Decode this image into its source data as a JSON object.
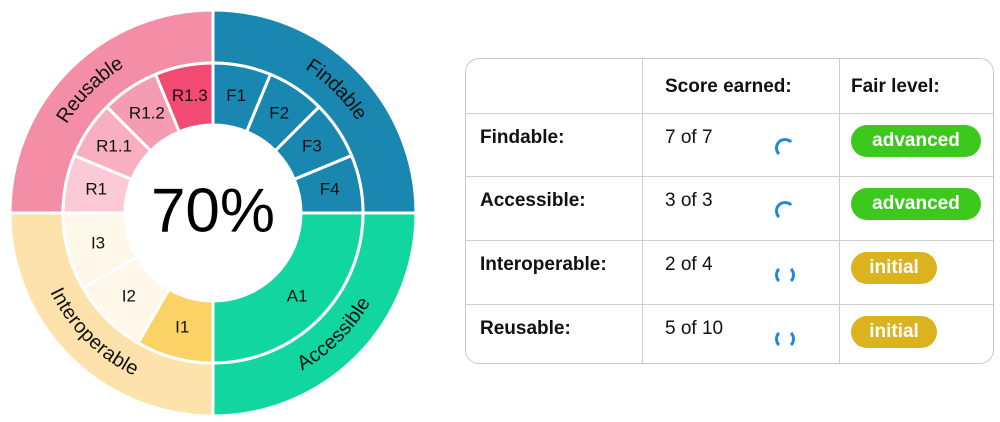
{
  "chart_data": {
    "type": "sunburst",
    "center_label": "70%",
    "colors": {
      "findable": "#1a87b1",
      "accessible": "#12d6a0",
      "interoperable": "#fde3ab",
      "reusable": "#f38ea6",
      "inner_findable": "#1a87b1",
      "inner_accessible": "#12d6a0",
      "inner_i1": "#fbd265",
      "inner_i_unearned": "#fff8ea",
      "inner_r13": "#f24a73",
      "inner_r12": "#f49db1",
      "inner_r11": "#f8b0c0",
      "inner_r1": "#fbcad6"
    },
    "outer": [
      {
        "name": "Findable",
        "color_key": "findable"
      },
      {
        "name": "Accessible",
        "color_key": "accessible"
      },
      {
        "name": "Interoperable",
        "color_key": "interoperable"
      },
      {
        "name": "Reusable",
        "color_key": "reusable"
      }
    ],
    "inner": [
      {
        "name": "F1",
        "color_key": "inner_findable"
      },
      {
        "name": "F2",
        "color_key": "inner_findable"
      },
      {
        "name": "F3",
        "color_key": "inner_findable"
      },
      {
        "name": "F4",
        "color_key": "inner_findable"
      },
      {
        "name": "A1",
        "color_key": "inner_accessible"
      },
      {
        "name": "I1",
        "color_key": "inner_i1"
      },
      {
        "name": "I2",
        "color_key": "inner_i_unearned"
      },
      {
        "name": "I3",
        "color_key": "inner_i_unearned"
      },
      {
        "name": "R1",
        "color_key": "inner_r1"
      },
      {
        "name": "R1.1",
        "color_key": "inner_r11"
      },
      {
        "name": "R1.2",
        "color_key": "inner_r12"
      },
      {
        "name": "R1.3",
        "color_key": "inner_r13"
      }
    ]
  },
  "table": {
    "headers": [
      "",
      "Score earned:",
      "Fair level:"
    ],
    "rows": [
      {
        "label": "Findable:",
        "score": "7 of 7",
        "spinner": "full",
        "level": "advanced",
        "level_color": "#3dc81e"
      },
      {
        "label": "Accessible:",
        "score": "3 of 3",
        "spinner": "full",
        "level": "advanced",
        "level_color": "#3dc81e"
      },
      {
        "label": "Interoperable:",
        "score": "2 of 4",
        "spinner": "partial",
        "level": "initial",
        "level_color": "#ddb21f"
      },
      {
        "label": "Reusable:",
        "score": "5 of 10",
        "spinner": "partial",
        "level": "initial",
        "level_color": "#ddb21f"
      }
    ]
  }
}
